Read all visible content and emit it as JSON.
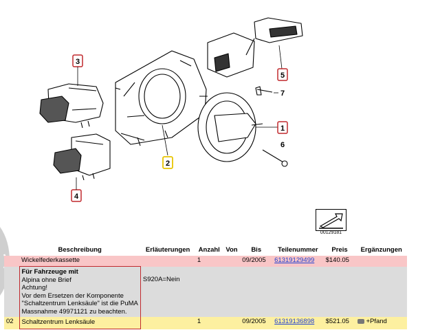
{
  "diagram": {
    "callouts": [
      "3",
      "5",
      "7",
      "1",
      "6",
      "2",
      "4"
    ],
    "reference_number": "00129181"
  },
  "table": {
    "headers": [
      "Beschreibung",
      "Erläuterungen",
      "Anzahl",
      "Von",
      "Bis",
      "Teilenummer",
      "Preis",
      "Ergänzungen"
    ],
    "rows": [
      {
        "pos": "",
        "beschreibung": "Wickelfederkassette",
        "anzahl": "1",
        "bis": "09/2005",
        "teilenummer": "61319129499",
        "preis": "$140.05",
        "ergaenzungen": ""
      },
      {
        "note_title": "Für Fahrzeuge mit",
        "note_lines": [
          "Alpina ohne Brief",
          "Achtung!",
          "Vor dem Ersetzen der Komponente",
          "\"Schaltzentrum Lenksäule\" ist die PuMA",
          "Massnahme 49971121 zu beachten."
        ],
        "erlaeuterungen": "S920A=Nein"
      },
      {
        "pos": "02",
        "beschreibung": "Schaltzentrum Lenksäule",
        "anzahl": "1",
        "bis": "09/2005",
        "teilenummer": "61319136898",
        "preis": "$521.05",
        "ergaenzungen": "+Pfand"
      }
    ]
  }
}
